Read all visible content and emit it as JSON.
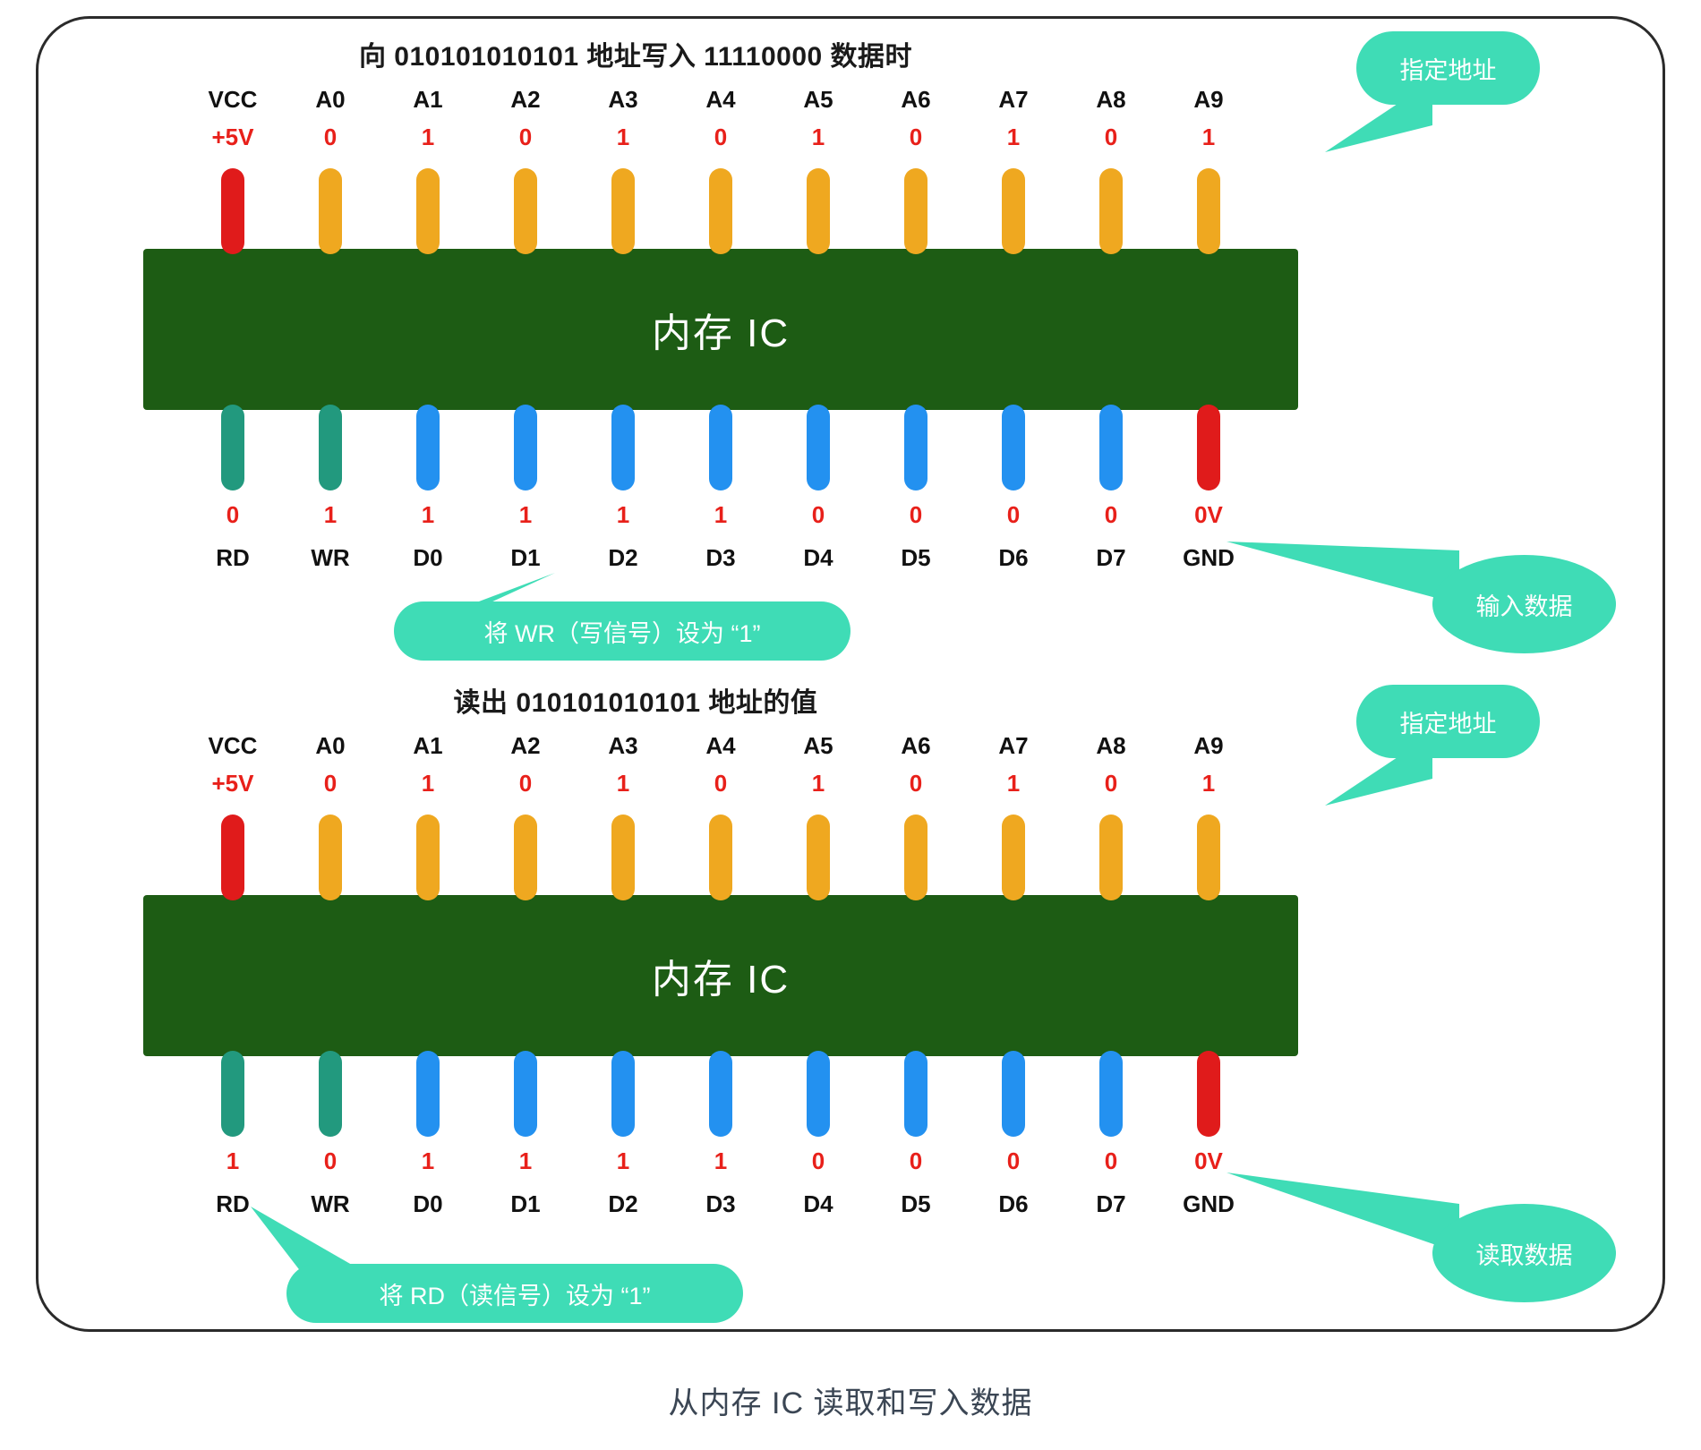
{
  "footer": {
    "caption": "从内存 IC 读取和写入数据"
  },
  "ic": {
    "label": "内存 IC"
  },
  "diagrams": [
    {
      "id": "write",
      "title": "向 010101010101 地址写入 11110000 数据时",
      "top_pins": [
        {
          "name": "VCC",
          "value": "+5V",
          "kind": "vcc"
        },
        {
          "name": "A0",
          "value": "0",
          "kind": "addr"
        },
        {
          "name": "A1",
          "value": "1",
          "kind": "addr"
        },
        {
          "name": "A2",
          "value": "0",
          "kind": "addr"
        },
        {
          "name": "A3",
          "value": "1",
          "kind": "addr"
        },
        {
          "name": "A4",
          "value": "0",
          "kind": "addr"
        },
        {
          "name": "A5",
          "value": "1",
          "kind": "addr"
        },
        {
          "name": "A6",
          "value": "0",
          "kind": "addr"
        },
        {
          "name": "A7",
          "value": "1",
          "kind": "addr"
        },
        {
          "name": "A8",
          "value": "0",
          "kind": "addr"
        },
        {
          "name": "A9",
          "value": "1",
          "kind": "addr"
        }
      ],
      "bottom_pins": [
        {
          "name": "RD",
          "value": "0",
          "kind": "ctrl"
        },
        {
          "name": "WR",
          "value": "1",
          "kind": "ctrl"
        },
        {
          "name": "D0",
          "value": "1",
          "kind": "data"
        },
        {
          "name": "D1",
          "value": "1",
          "kind": "data"
        },
        {
          "name": "D2",
          "value": "1",
          "kind": "data"
        },
        {
          "name": "D3",
          "value": "1",
          "kind": "data"
        },
        {
          "name": "D4",
          "value": "0",
          "kind": "data"
        },
        {
          "name": "D5",
          "value": "0",
          "kind": "data"
        },
        {
          "name": "D6",
          "value": "0",
          "kind": "data"
        },
        {
          "name": "D7",
          "value": "0",
          "kind": "data"
        },
        {
          "name": "GND",
          "value": "0V",
          "kind": "gnd"
        }
      ],
      "callouts": {
        "address": "指定地址",
        "data": "输入数据",
        "signal": "将 WR（写信号）设为 “1”"
      }
    },
    {
      "id": "read",
      "title": "读出 010101010101 地址的值",
      "top_pins": [
        {
          "name": "VCC",
          "value": "+5V",
          "kind": "vcc"
        },
        {
          "name": "A0",
          "value": "0",
          "kind": "addr"
        },
        {
          "name": "A1",
          "value": "1",
          "kind": "addr"
        },
        {
          "name": "A2",
          "value": "0",
          "kind": "addr"
        },
        {
          "name": "A3",
          "value": "1",
          "kind": "addr"
        },
        {
          "name": "A4",
          "value": "0",
          "kind": "addr"
        },
        {
          "name": "A5",
          "value": "1",
          "kind": "addr"
        },
        {
          "name": "A6",
          "value": "0",
          "kind": "addr"
        },
        {
          "name": "A7",
          "value": "1",
          "kind": "addr"
        },
        {
          "name": "A8",
          "value": "0",
          "kind": "addr"
        },
        {
          "name": "A9",
          "value": "1",
          "kind": "addr"
        }
      ],
      "bottom_pins": [
        {
          "name": "RD",
          "value": "1",
          "kind": "ctrl"
        },
        {
          "name": "WR",
          "value": "0",
          "kind": "ctrl"
        },
        {
          "name": "D0",
          "value": "1",
          "kind": "data"
        },
        {
          "name": "D1",
          "value": "1",
          "kind": "data"
        },
        {
          "name": "D2",
          "value": "1",
          "kind": "data"
        },
        {
          "name": "D3",
          "value": "1",
          "kind": "data"
        },
        {
          "name": "D4",
          "value": "0",
          "kind": "data"
        },
        {
          "name": "D5",
          "value": "0",
          "kind": "data"
        },
        {
          "name": "D6",
          "value": "0",
          "kind": "data"
        },
        {
          "name": "D7",
          "value": "0",
          "kind": "data"
        },
        {
          "name": "GND",
          "value": "0V",
          "kind": "gnd"
        }
      ],
      "callouts": {
        "address": "指定地址",
        "data": "读取数据",
        "signal": "将 RD（读信号）设为 “1”"
      }
    }
  ],
  "colors": {
    "vcc": "#e01b1b",
    "address_pin": "#efa820",
    "control_pin": "#22997e",
    "data_pin": "#2391f0",
    "gnd": "#e01b1b",
    "ic_body": "#1d5c14",
    "callout": "#3fdcb6",
    "value_text": "#e8201a"
  }
}
